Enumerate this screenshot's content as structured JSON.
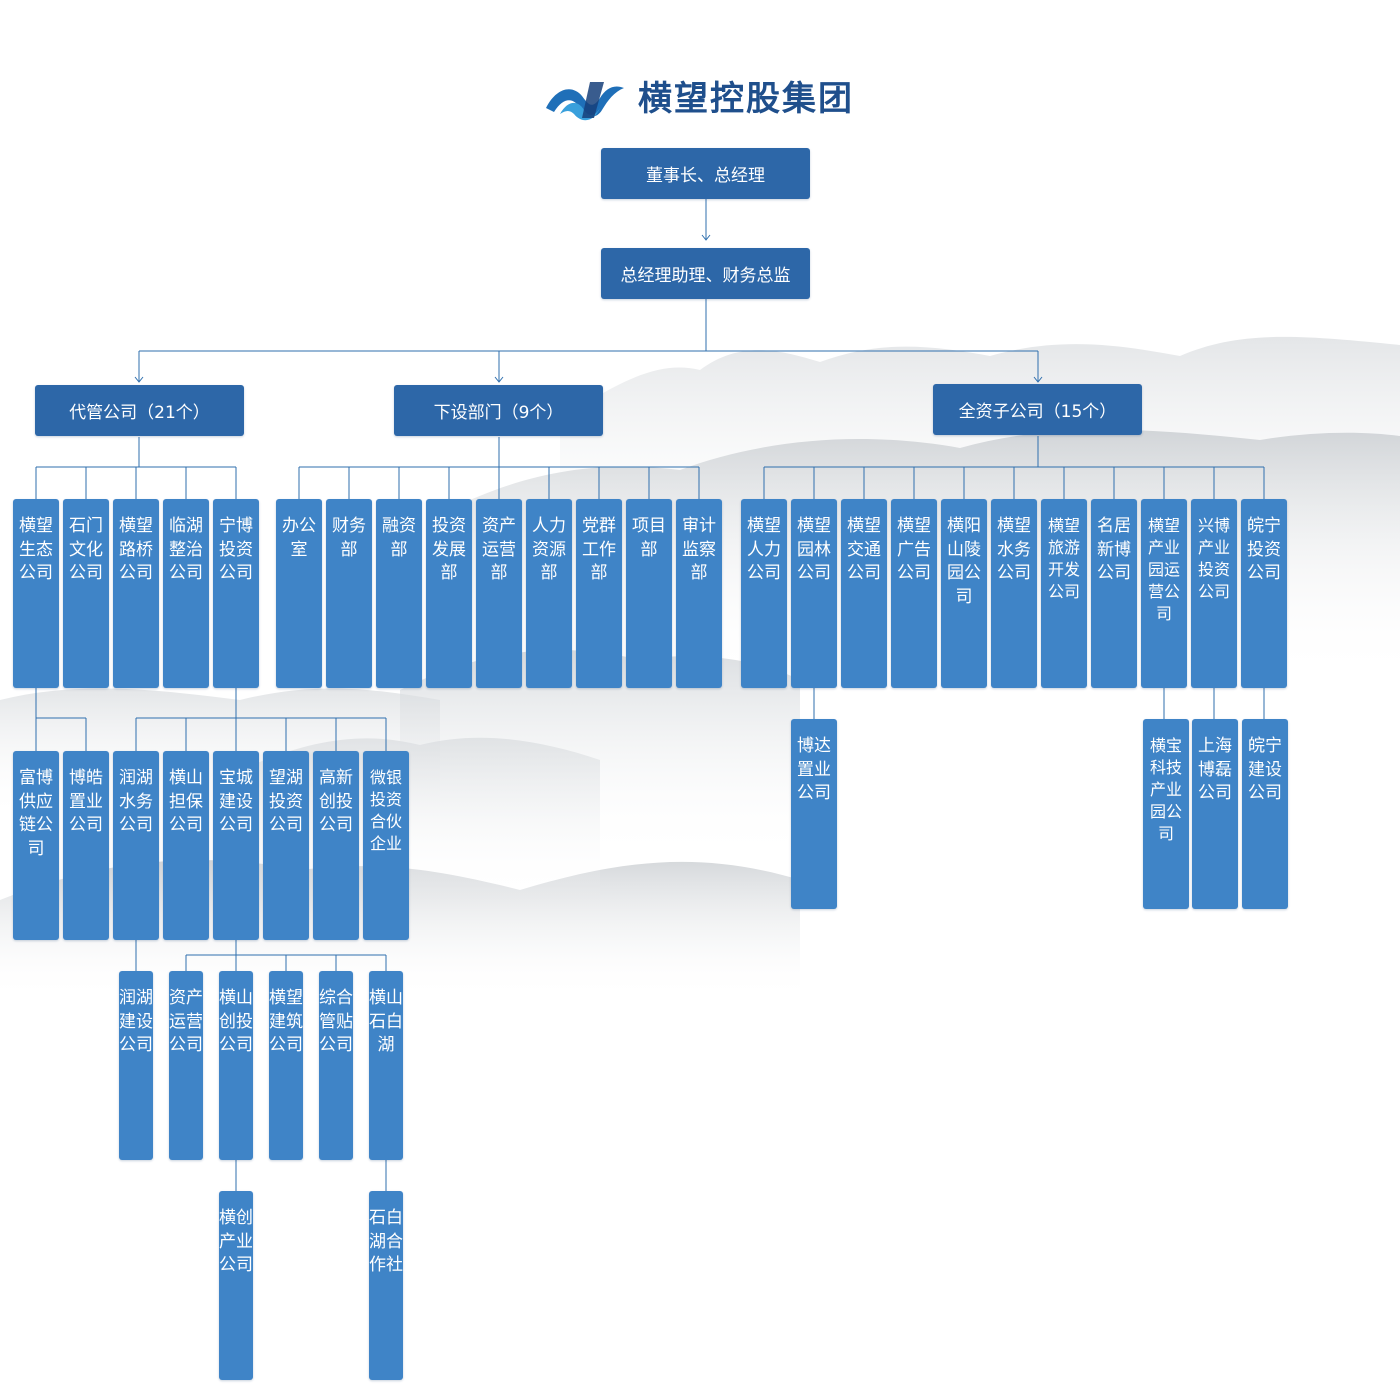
{
  "header": {
    "brand_name": "横望控股集团",
    "logo_icon": "wave-logo-icon"
  },
  "colors": {
    "box_fill": "#3f84c7",
    "box_fill_dark": "#2d67a8",
    "line": "#2f6fae",
    "brand_text": "#1f4f8c"
  },
  "org": {
    "chairman": "董事长、总经理",
    "assistant": "总经理助理、财务总监",
    "branches": [
      {
        "label": "代管公司（21个）",
        "units": [
          "横望生态公司",
          "石门文化公司",
          "横望路桥公司",
          "临湖整治公司",
          "宁博投资公司"
        ],
        "subs": [
          {
            "parent": 0,
            "units": [
              "富博供应链公司",
              "博皓置业公司"
            ]
          },
          {
            "parent": 4,
            "units": [
              "润湖水务公司",
              "横山担保公司",
              "宝城建设公司",
              "望湖投资公司",
              "高新创投公司",
              "微银投资合伙企业"
            ]
          }
        ],
        "subsubs": [
          {
            "parent": 0,
            "units": [
              "润湖建设公司"
            ]
          },
          {
            "parent": 2,
            "units": [
              "资产运营公司",
              "横山创投公司",
              "横望建筑公司",
              "综合管贴公司",
              "横山石白湖"
            ]
          }
        ],
        "level4": [
          {
            "parent": "横山创投公司",
            "units": [
              "横创产业公司"
            ]
          },
          {
            "parent": "横山石白湖",
            "units": [
              "石白湖合作社"
            ]
          }
        ]
      },
      {
        "label": "下设部门（9个）",
        "units": [
          "办公室",
          "财务部",
          "融资部",
          "投资发展部",
          "资产运营部",
          "人力资源部",
          "党群工作部",
          "项目部",
          "审计监察部"
        ]
      },
      {
        "label": "全资子公司（15个）",
        "units": [
          "横望人力公司",
          "横望园林公司",
          "横望交通公司",
          "横望广告公司",
          "横阳山陵园公司",
          "横望水务公司",
          "横望旅游开发公司",
          "名居新博公司",
          "横望产业园运营公司",
          "兴博产业投资公司",
          "皖宁投资公司"
        ],
        "subs": [
          {
            "parent": 1,
            "units": [
              "博达置业公司"
            ]
          },
          {
            "parent": 8,
            "units": [
              "横宝科技产业园公司"
            ]
          },
          {
            "parent": 9,
            "units": [
              "上海博磊公司"
            ]
          },
          {
            "parent": 10,
            "units": [
              "皖宁建设公司"
            ]
          }
        ]
      }
    ]
  }
}
